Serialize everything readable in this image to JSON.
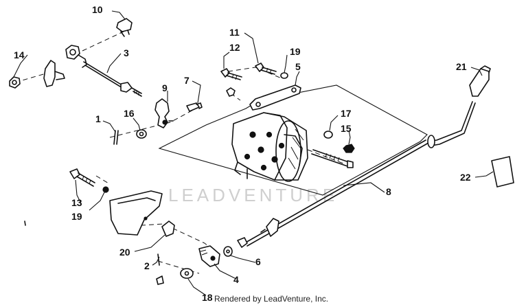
{
  "watermark": "LEADVENTURE",
  "credit": "Rendered by LeadVenture, Inc.",
  "callouts": {
    "c1": "1",
    "c2": "2",
    "c3": "3",
    "c4": "4",
    "c5": "5",
    "c6": "6",
    "c7": "7",
    "c8": "8",
    "c9": "9",
    "c10": "10",
    "c11": "11",
    "c12": "12",
    "c13": "13",
    "c14": "14",
    "c15": "15",
    "c16": "16",
    "c17": "17",
    "c18": "18",
    "c19a": "19",
    "c19b": "19",
    "c20": "20",
    "c21": "21",
    "c22": "22"
  }
}
